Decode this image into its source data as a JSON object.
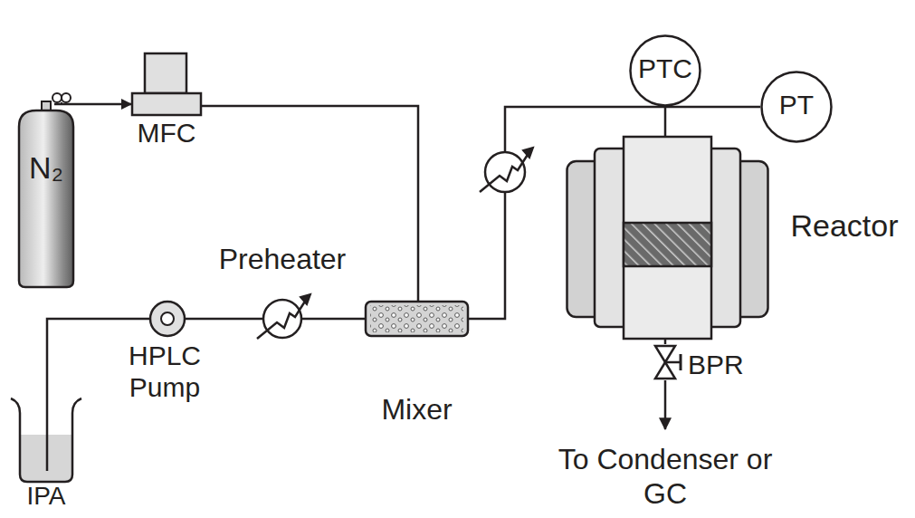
{
  "diagram": {
    "nodes": [
      {
        "text": [
          "N₂"
        ]
      },
      {
        "text": [
          "MFC"
        ]
      },
      {
        "text": [
          "IPA"
        ]
      },
      {
        "text": [
          "HPLC Pump"
        ]
      },
      {
        "text": [
          "Preheater"
        ]
      },
      {
        "text": [
          "Mixer"
        ]
      },
      {
        "text": [
          "PTC"
        ]
      },
      {
        "text": [
          "PT"
        ]
      },
      {
        "text": [
          "Reactor"
        ]
      },
      {
        "text": [
          "BPR"
        ]
      }
    ],
    "edges": [
      {
        "from": 0,
        "to": 1,
        "arrow": "to"
      },
      {
        "from": 1,
        "to": 5,
        "arrow": "none"
      },
      {
        "from": 2,
        "to": 3,
        "arrow": "none"
      },
      {
        "from": 3,
        "to": 4,
        "arrow": "none"
      },
      {
        "from": 4,
        "to": 5,
        "arrow": "none"
      },
      {
        "from": 5,
        "to": 7,
        "arrow": "none"
      },
      {
        "from": 6,
        "to": 8,
        "arrow": "none"
      },
      {
        "from": 8,
        "to": 9,
        "arrow": "none"
      }
    ],
    "labels": [
      "To Condenser or GC"
    ]
  }
}
